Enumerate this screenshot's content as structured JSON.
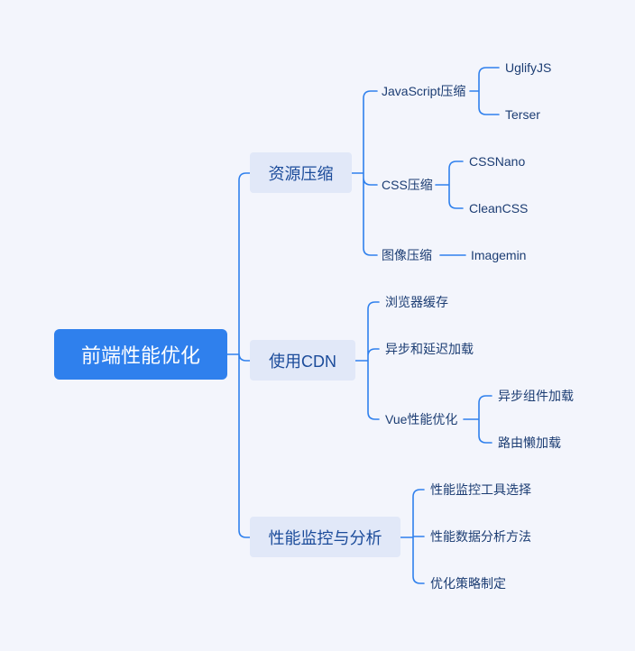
{
  "colors": {
    "background": "#f3f5fc",
    "line": "#2f80ed",
    "root_fill": "#2f80ed",
    "branch_fill": "#e1e8f8",
    "branch_text": "#1b4b9a",
    "leaf_text": "#1c3d73"
  },
  "root": "前端性能优化",
  "branches": [
    {
      "label": "资源压缩",
      "children": [
        {
          "label": "JavaScript压缩",
          "children": [
            "UglifyJS",
            "Terser"
          ]
        },
        {
          "label": "CSS压缩",
          "children": [
            "CSSNano",
            "CleanCSS"
          ]
        },
        {
          "label": "图像压缩",
          "children": [
            "Imagemin"
          ]
        }
      ]
    },
    {
      "label": "使用CDN",
      "children": [
        {
          "label": "浏览器缓存",
          "children": []
        },
        {
          "label": "异步和延迟加载",
          "children": []
        },
        {
          "label": "Vue性能优化",
          "children": [
            "异步组件加载",
            "路由懒加载"
          ]
        }
      ]
    },
    {
      "label": "性能监控与分析",
      "children": [
        {
          "label": "性能监控工具选择",
          "children": []
        },
        {
          "label": "性能数据分析方法",
          "children": []
        },
        {
          "label": "优化策略制定",
          "children": []
        }
      ]
    }
  ]
}
